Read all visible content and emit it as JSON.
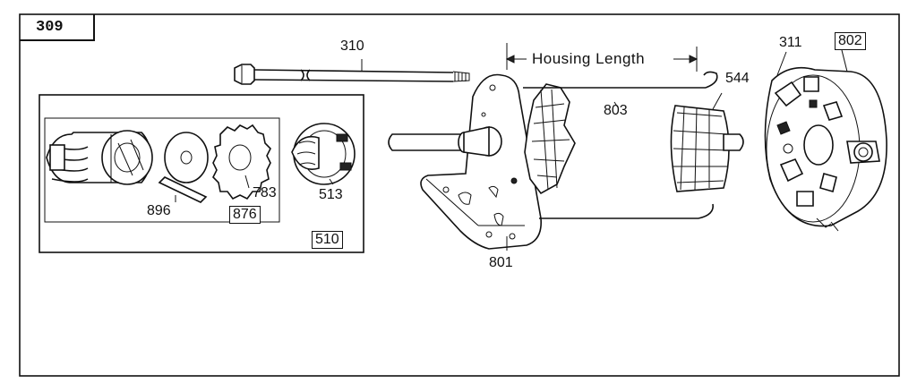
{
  "diagram": {
    "figure_number": "309",
    "labels": {
      "bolt": "310",
      "housing_length": "Housing Length",
      "armature": "803",
      "brush": "544",
      "end_cap_screw": "311",
      "end_cap": "802",
      "drive_assembly": "510",
      "key": "896",
      "kit": "876",
      "gear": "783",
      "clutch": "513",
      "drive_end_plate": "801"
    }
  }
}
